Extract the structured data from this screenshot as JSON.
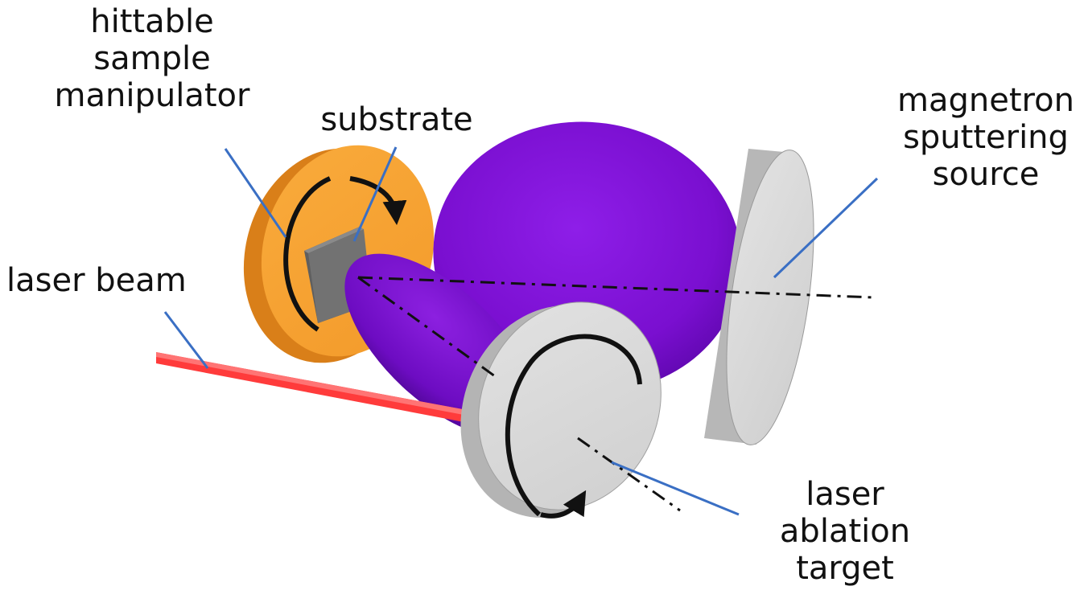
{
  "labels": {
    "manipulator": [
      "hittable",
      "sample",
      "manipulator"
    ],
    "substrate": "substrate",
    "magnetron": [
      "magnetron",
      "sputtering",
      "source"
    ],
    "laser_beam": "laser beam",
    "ablation_target": [
      "laser",
      "ablation",
      "target"
    ]
  },
  "colors": {
    "manipulator_face": "#f7a234",
    "manipulator_edge": "#e8891d",
    "substrate_face": "#6d6d6d",
    "plasma": "#7a0fd0",
    "plasma_dark": "#5a06a4",
    "target_face": "#d9d9d9",
    "target_edge": "#bdbdbd",
    "laser": "#ff4040",
    "leader_line": "#3a6fc4",
    "axis_line": "#111111"
  }
}
